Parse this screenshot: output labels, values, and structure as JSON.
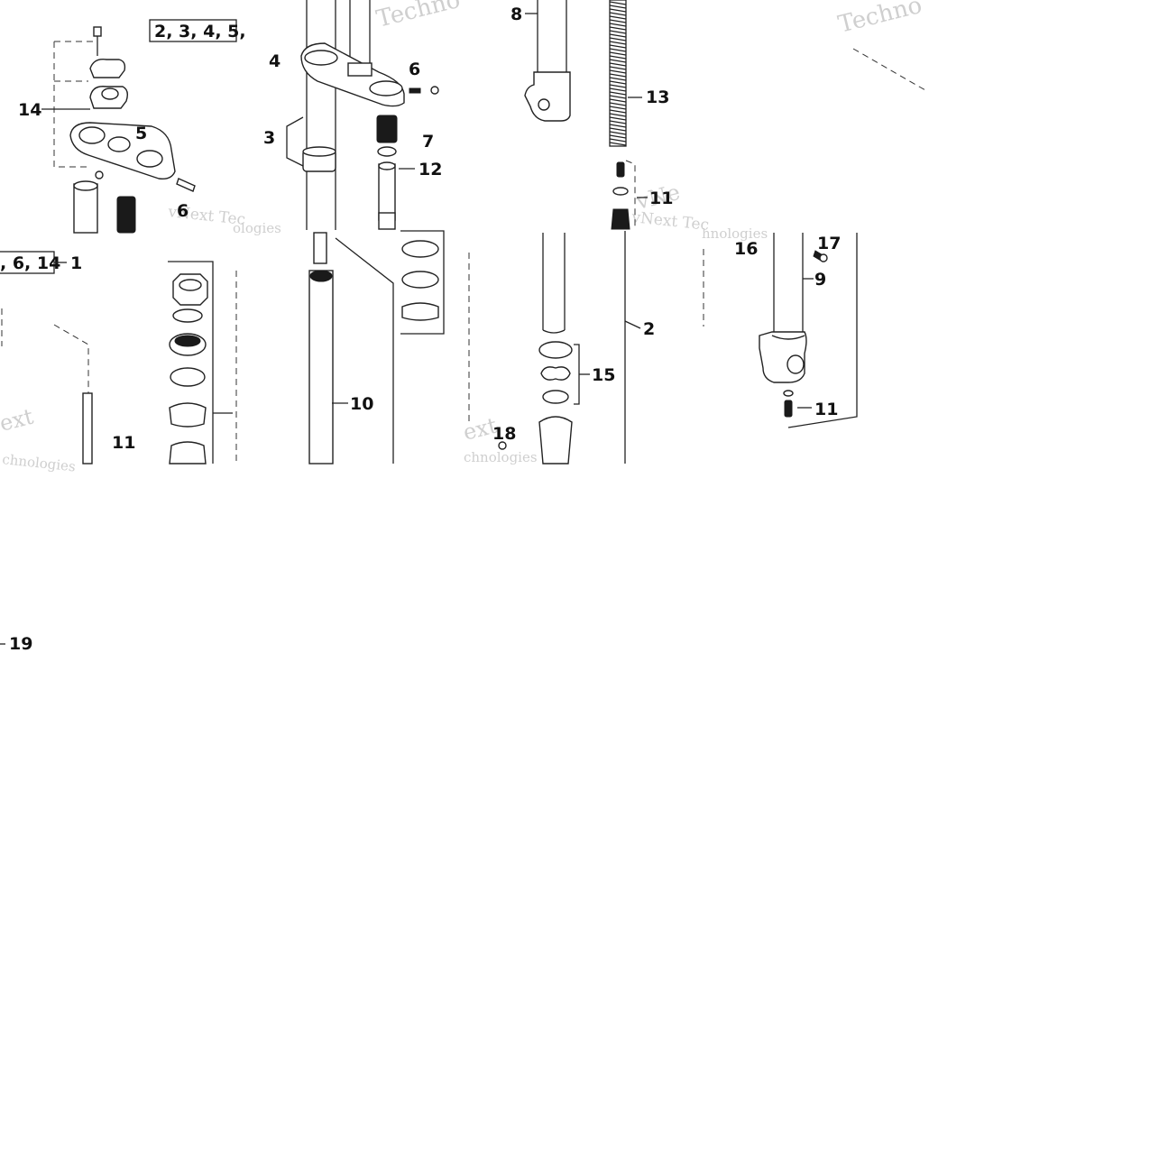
{
  "diagram": {
    "labels": {
      "l14": "14",
      "l5": "5",
      "l6a": "6",
      "l4": "4",
      "l6b": "6",
      "l3": "3",
      "l7": "7",
      "l12": "12",
      "l8": "8",
      "l13": "13",
      "l11a": "11",
      "l1": "1",
      "l17": "17",
      "l16": "16",
      "l9": "9",
      "l2": "2",
      "l10": "10",
      "l15": "15",
      "l11b": "11",
      "l18": "18",
      "l11c": "11",
      "l19": "19"
    },
    "boxes": {
      "top": "2, 3, 4, 5,",
      "left": ", 6, 14"
    },
    "watermarks": {
      "w1": "Techno",
      "w2": "Techno",
      "w3": "vNext Tec",
      "w4": "ologies",
      "w5": "vNe",
      "w6": "vNext Tec",
      "w7": "hnologies",
      "w8": "ext",
      "w9": "chnologies",
      "w10": "ext",
      "w11": "chnologies"
    }
  }
}
